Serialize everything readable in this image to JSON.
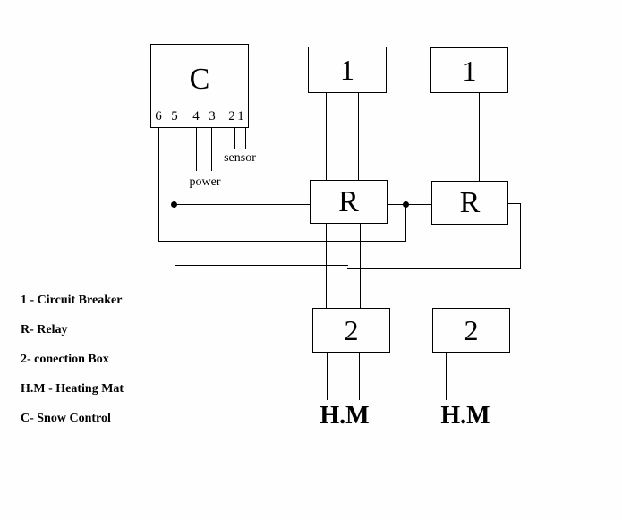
{
  "diagram": {
    "control": {
      "label": "C",
      "terminals": [
        "6",
        "5",
        "4",
        "3",
        "2",
        "1"
      ],
      "power_label": "power",
      "sensor_label": "sensor"
    },
    "circuit_breakers": [
      "1",
      "1"
    ],
    "relays": [
      "R",
      "R"
    ],
    "connection_boxes": [
      "2",
      "2"
    ],
    "heating_mats": [
      "H.M",
      "H.M"
    ]
  },
  "legend": {
    "items": [
      "1 - Circuit Breaker",
      "R- Relay",
      "2- conection Box",
      "H.M - Heating Mat",
      "C- Snow Control"
    ]
  },
  "colors": {
    "line": "#000000",
    "text": "#000000",
    "background": "#ffffff"
  }
}
